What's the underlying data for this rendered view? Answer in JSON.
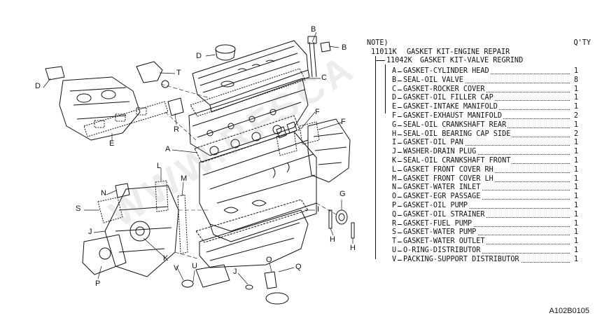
{
  "watermark": "WWW.RFSCA",
  "legend": {
    "note_label": "NOTE)",
    "qty_header": "Q'TY",
    "kit": {
      "code": "11011K",
      "name": "GASKET KIT-ENGINE REPAIR"
    },
    "subkit": {
      "code": "11042K",
      "name": "GASKET KIT-VALVE REGRIND"
    },
    "items": [
      {
        "letter": "A",
        "name": "GASKET-CYLINDER HEAD",
        "qty": "1"
      },
      {
        "letter": "B",
        "name": "SEAL-OIL VALVE",
        "qty": "8"
      },
      {
        "letter": "C",
        "name": "GASKET-ROCKER COVER",
        "qty": "1"
      },
      {
        "letter": "D",
        "name": "GASKET-OIL FILLER CAP",
        "qty": "1"
      },
      {
        "letter": "E",
        "name": "GASKET-INTAKE MANIFOLD",
        "qty": "1"
      },
      {
        "letter": "F",
        "name": "GASKET-EXHAUST MANIFOLD",
        "qty": "2"
      },
      {
        "letter": "G",
        "name": "SEAL-OIL CRANKSHAFT REAR",
        "qty": "1"
      },
      {
        "letter": "H",
        "name": "SEAL-OIL BEARING CAP SIDE",
        "qty": "2"
      },
      {
        "letter": "I",
        "name": "GASKET-OIL PAN",
        "qty": "1"
      },
      {
        "letter": "J",
        "name": "WASHER-DRAIN PLUG",
        "qty": "1"
      },
      {
        "letter": "K",
        "name": "SEAL-OIL CRANKSHAFT FRONT",
        "qty": "1"
      },
      {
        "letter": "L",
        "name": "GASKET FRONT COVER RH",
        "qty": "1"
      },
      {
        "letter": "M",
        "name": "GASKET FRONT COVER LH",
        "qty": "1"
      },
      {
        "letter": "N",
        "name": "GASKET-WATER INLET",
        "qty": "1"
      },
      {
        "letter": "O",
        "name": "GASKET-EGR PASSAGE",
        "qty": "1"
      },
      {
        "letter": "P",
        "name": "GASKET-OIL PUMP",
        "qty": "1"
      },
      {
        "letter": "Q",
        "name": "GASKET-OIL STRAINER",
        "qty": "1"
      },
      {
        "letter": "R",
        "name": "GASKET-FUEL PUMP",
        "qty": "1"
      },
      {
        "letter": "S",
        "name": "GASKET-WATER PUMP",
        "qty": "1"
      },
      {
        "letter": "T",
        "name": "GASKET-WATER OUTLET",
        "qty": "1"
      },
      {
        "letter": "U",
        "name": "O-RING-DISTRIBUTOR",
        "qty": "1"
      },
      {
        "letter": "V",
        "name": "PACKING-SUPPORT DISTRIBUTOR",
        "qty": "1"
      }
    ]
  },
  "callouts": {
    "b1": "B",
    "b2": "B",
    "c": "C",
    "d1": "D",
    "d2": "D",
    "t": "T",
    "r": "R",
    "a": "A",
    "e": "E",
    "f1": "F",
    "f2": "F",
    "l": "L",
    "n": "N",
    "m": "M",
    "s": "S",
    "j1": "J",
    "k": "K",
    "p": "P",
    "v": "V",
    "u": "U",
    "j2": "J",
    "o": "O",
    "q": "Q",
    "i": "I",
    "g": "G",
    "h1": "H",
    "h2": "H"
  },
  "figure_id": "A102B0105"
}
